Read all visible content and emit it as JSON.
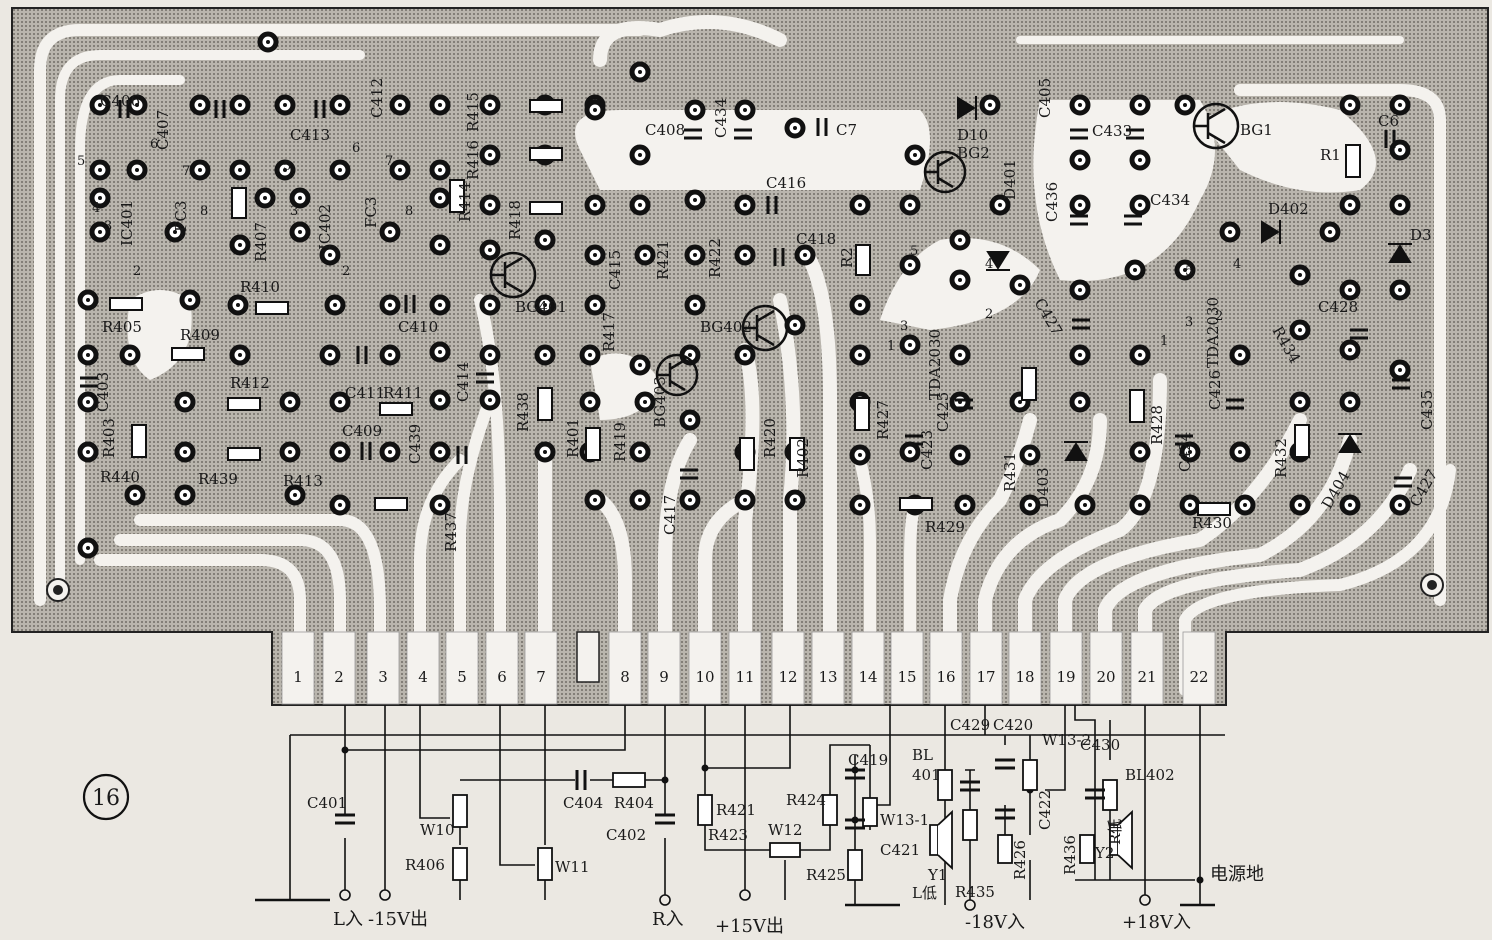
{
  "figure_number": "16",
  "pcb_labels": [
    {
      "id": "c406",
      "text": "C406"
    },
    {
      "id": "c407",
      "text": "C407"
    },
    {
      "id": "fc3a",
      "text": "FC3"
    },
    {
      "id": "ic401",
      "text": "IC401"
    },
    {
      "id": "c413",
      "text": "C413"
    },
    {
      "id": "c412",
      "text": "C412"
    },
    {
      "id": "ic402",
      "text": "IC402"
    },
    {
      "id": "fc3b",
      "text": "FC3"
    },
    {
      "id": "r407",
      "text": "R407"
    },
    {
      "id": "r415",
      "text": "R415"
    },
    {
      "id": "r416",
      "text": "R416"
    },
    {
      "id": "r414",
      "text": "R414"
    },
    {
      "id": "r418",
      "text": "R418"
    },
    {
      "id": "r405",
      "text": "R405"
    },
    {
      "id": "r410",
      "text": "R410"
    },
    {
      "id": "r409",
      "text": "R409"
    },
    {
      "id": "c410",
      "text": "C410"
    },
    {
      "id": "c403",
      "text": "C403"
    },
    {
      "id": "c411",
      "text": "C411"
    },
    {
      "id": "r412",
      "text": "R412"
    },
    {
      "id": "r411",
      "text": "R411"
    },
    {
      "id": "c414",
      "text": "C414"
    },
    {
      "id": "c409",
      "text": "C409"
    },
    {
      "id": "r403",
      "text": "R403"
    },
    {
      "id": "r439",
      "text": "R439"
    },
    {
      "id": "r413",
      "text": "R413"
    },
    {
      "id": "c439",
      "text": "C439"
    },
    {
      "id": "r440",
      "text": "R440"
    },
    {
      "id": "r437",
      "text": "R437"
    },
    {
      "id": "r438",
      "text": "R438"
    },
    {
      "id": "bg401",
      "text": "BG401"
    },
    {
      "id": "c408",
      "text": "C408"
    },
    {
      "id": "c434a",
      "text": "C434"
    },
    {
      "id": "c7",
      "text": "C7"
    },
    {
      "id": "c415",
      "text": "C415"
    },
    {
      "id": "r421",
      "text": "R421"
    },
    {
      "id": "r422",
      "text": "R422"
    },
    {
      "id": "c416",
      "text": "C416"
    },
    {
      "id": "c418",
      "text": "C418"
    },
    {
      "id": "r417",
      "text": "R417"
    },
    {
      "id": "bg402",
      "text": "BG402"
    },
    {
      "id": "bg403",
      "text": "BG403"
    },
    {
      "id": "r401",
      "text": "R401"
    },
    {
      "id": "r419",
      "text": "R419"
    },
    {
      "id": "c417",
      "text": "C417"
    },
    {
      "id": "r420",
      "text": "R420"
    },
    {
      "id": "r402",
      "text": "R402"
    },
    {
      "id": "d10",
      "text": "D10"
    },
    {
      "id": "bg2",
      "text": "BG2"
    },
    {
      "id": "c405",
      "text": "C405"
    },
    {
      "id": "c433",
      "text": "C433"
    },
    {
      "id": "bg1",
      "text": "BG1"
    },
    {
      "id": "c6",
      "text": "C6"
    },
    {
      "id": "r1",
      "text": "R1"
    },
    {
      "id": "d401",
      "text": "D401"
    },
    {
      "id": "c436",
      "text": "C436"
    },
    {
      "id": "c434b",
      "text": "C434"
    },
    {
      "id": "d402",
      "text": "D402"
    },
    {
      "id": "d3",
      "text": "D3"
    },
    {
      "id": "r2",
      "text": "R2"
    },
    {
      "id": "tda1",
      "text": "TDA2030"
    },
    {
      "id": "tda2",
      "text": "TDA2030"
    },
    {
      "id": "c425",
      "text": "C425"
    },
    {
      "id": "r427",
      "text": "R427"
    },
    {
      "id": "c423",
      "text": "C423"
    },
    {
      "id": "r429",
      "text": "R429"
    },
    {
      "id": "r431",
      "text": "R431"
    },
    {
      "id": "c427a",
      "text": "C427"
    },
    {
      "id": "d403",
      "text": "D403"
    },
    {
      "id": "r428",
      "text": "R428"
    },
    {
      "id": "c426",
      "text": "C426"
    },
    {
      "id": "c424",
      "text": "C424"
    },
    {
      "id": "r430",
      "text": "R430"
    },
    {
      "id": "r432",
      "text": "R432"
    },
    {
      "id": "r434",
      "text": "R434"
    },
    {
      "id": "c428",
      "text": "C428"
    },
    {
      "id": "d404",
      "text": "D404"
    },
    {
      "id": "c435",
      "text": "C435"
    },
    {
      "id": "c427b",
      "text": "C427"
    }
  ],
  "connector_pins": [
    "1",
    "2",
    "3",
    "4",
    "5",
    "6",
    "7",
    "8",
    "9",
    "10",
    "11",
    "12",
    "13",
    "14",
    "15",
    "16",
    "17",
    "18",
    "19",
    "20",
    "21",
    "22"
  ],
  "schematic_labels": {
    "c401": "C401",
    "w10": "W10",
    "r406": "R406",
    "c404": "C404",
    "r404": "R404",
    "c402": "C402",
    "w11": "W11",
    "r421": "R421",
    "r423": "R423",
    "w12": "W12",
    "r424": "R424",
    "c419": "C419",
    "w13_1": "W13-1",
    "c421": "C421",
    "r425": "R425",
    "c429": "C429",
    "c420": "C420",
    "bl401a": "BL",
    "bl401b": "401",
    "w13_2": "W13-2",
    "c430": "C430",
    "bl402": "BL402",
    "c422": "C422",
    "r426": "R426",
    "r436": "R436",
    "r435": "R435",
    "y1": "Y1",
    "y2": "Y2",
    "l_low": "L低",
    "r_low": "R低"
  },
  "terminal_labels": {
    "l_in": "L入",
    "neg15_out": "-15V出",
    "r_in": "R入",
    "pos15_out": "+15V出",
    "neg18_in": "-18V入",
    "pos18_in": "+18V入",
    "power_ground": "电源地"
  }
}
